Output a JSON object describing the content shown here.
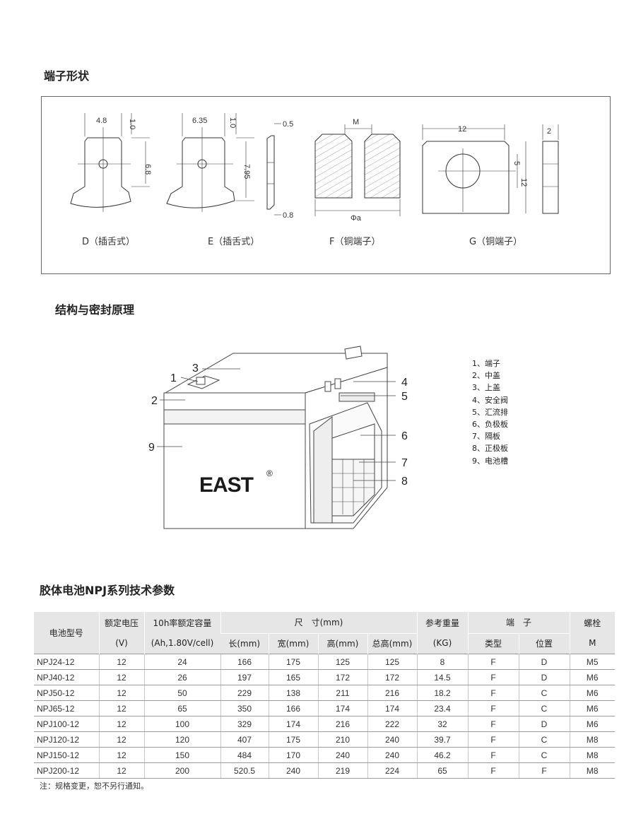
{
  "terminal_section": {
    "title": "端子形状",
    "d": {
      "width": "4.8",
      "pin": "1.0",
      "height": "6.8",
      "caption": "D（插舌式）"
    },
    "e": {
      "width": "6.35",
      "pin": "1.0",
      "height": "7.95",
      "thick_top": "0.5",
      "thick_bottom": "0.8",
      "caption": "E（插舌式）"
    },
    "f": {
      "top": "M",
      "bottom": "Φa",
      "caption": "F（铜端子）"
    },
    "g": {
      "width": "12",
      "hole": "5",
      "height": "12",
      "thick": "2",
      "caption": "G（铜端子）"
    }
  },
  "structure_section": {
    "title": "结构与密封原理",
    "brand": "EAST",
    "registered": "®",
    "callouts": [
      "1",
      "2",
      "3",
      "4",
      "5",
      "6",
      "7",
      "8",
      "9"
    ],
    "legend": [
      "1、端子",
      "2、中盖",
      "3、上盖",
      "4、安全阀",
      "5、汇流排",
      "6、负极板",
      "7、隔板",
      "8、正极板",
      "9、电池槽"
    ]
  },
  "spec_section": {
    "title": "胶体电池NPJ系列技术参数",
    "headers": {
      "model": "电池型号",
      "voltage": "额定电压",
      "voltage_unit": "(V)",
      "capacity": "10h率额定容量",
      "capacity_unit": "(Ah,1.80V/cell)",
      "dimension": "尺　寸(mm)",
      "length": "长(mm)",
      "width": "宽(mm)",
      "height": "高(mm)",
      "total_height": "总高(mm)",
      "weight": "参考重量",
      "weight_unit": "(KG)",
      "terminal": "端　子",
      "terminal_type": "类型",
      "terminal_position": "位置",
      "bolt": "螺栓",
      "bolt_unit": "M"
    },
    "rows": [
      [
        "NPJ24-12",
        "12",
        "24",
        "166",
        "175",
        "125",
        "125",
        "8",
        "F",
        "D",
        "M5"
      ],
      [
        "NPJ40-12",
        "12",
        "26",
        "197",
        "165",
        "172",
        "172",
        "14.5",
        "F",
        "D",
        "M6"
      ],
      [
        "NPJ50-12",
        "12",
        "50",
        "229",
        "138",
        "211",
        "216",
        "18.2",
        "F",
        "C",
        "M6"
      ],
      [
        "NPJ65-12",
        "12",
        "65",
        "350",
        "166",
        "174",
        "174",
        "23.4",
        "F",
        "C",
        "M6"
      ],
      [
        "NPJ100-12",
        "12",
        "100",
        "329",
        "174",
        "216",
        "222",
        "32",
        "F",
        "D",
        "M6"
      ],
      [
        "NPJ120-12",
        "12",
        "120",
        "407",
        "175",
        "210",
        "240",
        "39.7",
        "F",
        "C",
        "M8"
      ],
      [
        "NPJ150-12",
        "12",
        "150",
        "484",
        "170",
        "240",
        "240",
        "46.2",
        "F",
        "C",
        "M8"
      ],
      [
        "NPJ200-12",
        "12",
        "200",
        "520.5",
        "240",
        "219",
        "224",
        "65",
        "F",
        "F",
        "M8"
      ]
    ],
    "note": "注：规格变更，恕不另行通知。"
  }
}
